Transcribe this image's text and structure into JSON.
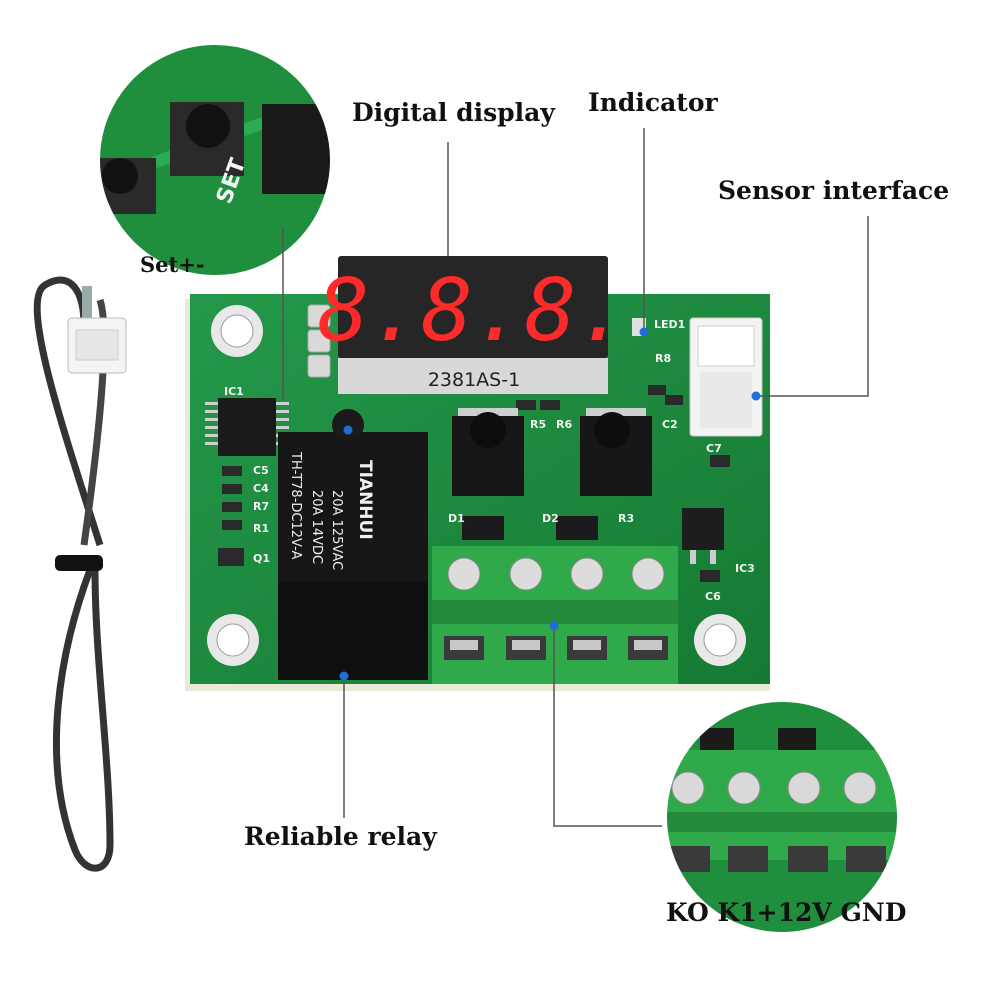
{
  "labels": {
    "digital_display": "Digital display",
    "indicator": "Indicator",
    "sensor_interface": "Sensor interface",
    "set_buttons": "Set+-",
    "reliable_relay": "Reliable relay",
    "terminals": "KO K1+12V GND"
  },
  "board": {
    "display_digits": "8.8.8.",
    "display_part": "2381AS-1",
    "relay_brand": "TIANHUI",
    "relay_lines": [
      "20A  125VAC",
      "20A  14VDC",
      "TH-T78-DC12V-A"
    ],
    "silkscreen": [
      "IC1",
      "C5",
      "C4",
      "R7",
      "R1",
      "Q1",
      "R5",
      "R6",
      "C2",
      "C7",
      "D1",
      "D2",
      "R3",
      "IC3",
      "C6",
      "R8",
      "LED1"
    ],
    "zoom_set_label": "SET"
  },
  "colors": {
    "pcb": "#1f8a3c",
    "pcb_dark": "#146b2a",
    "terminal": "#2fa94a",
    "led_red": "#ff2a2a",
    "callout_dot": "#1e6fd9"
  }
}
